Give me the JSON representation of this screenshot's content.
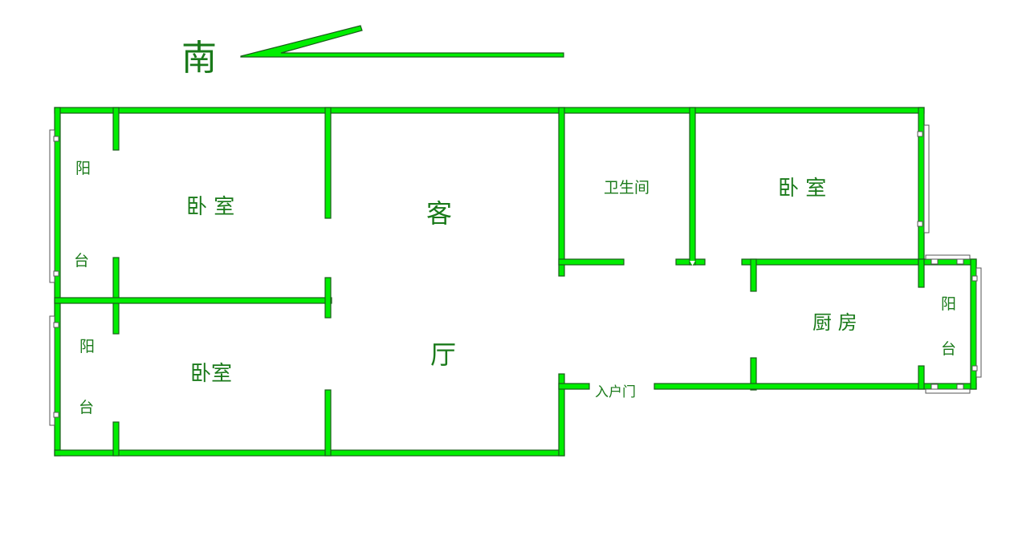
{
  "compass": {
    "direction": "南"
  },
  "rooms": {
    "bedroom_top_left": "卧 室",
    "bedroom_bottom_left": "卧室",
    "living_top": "客",
    "living_bottom": "厅",
    "bathroom": "卫生间",
    "bedroom_right": "卧 室",
    "kitchen": "厨 房"
  },
  "balconies": {
    "left_top": [
      "阳",
      "台"
    ],
    "left_bottom": [
      "阳",
      "台"
    ],
    "right": [
      "阳",
      "台"
    ]
  },
  "entrance": "入户门",
  "colors": {
    "wall": "#00ee00",
    "wall_edge": "#1a5c1a",
    "text": "#1a7a1a"
  }
}
